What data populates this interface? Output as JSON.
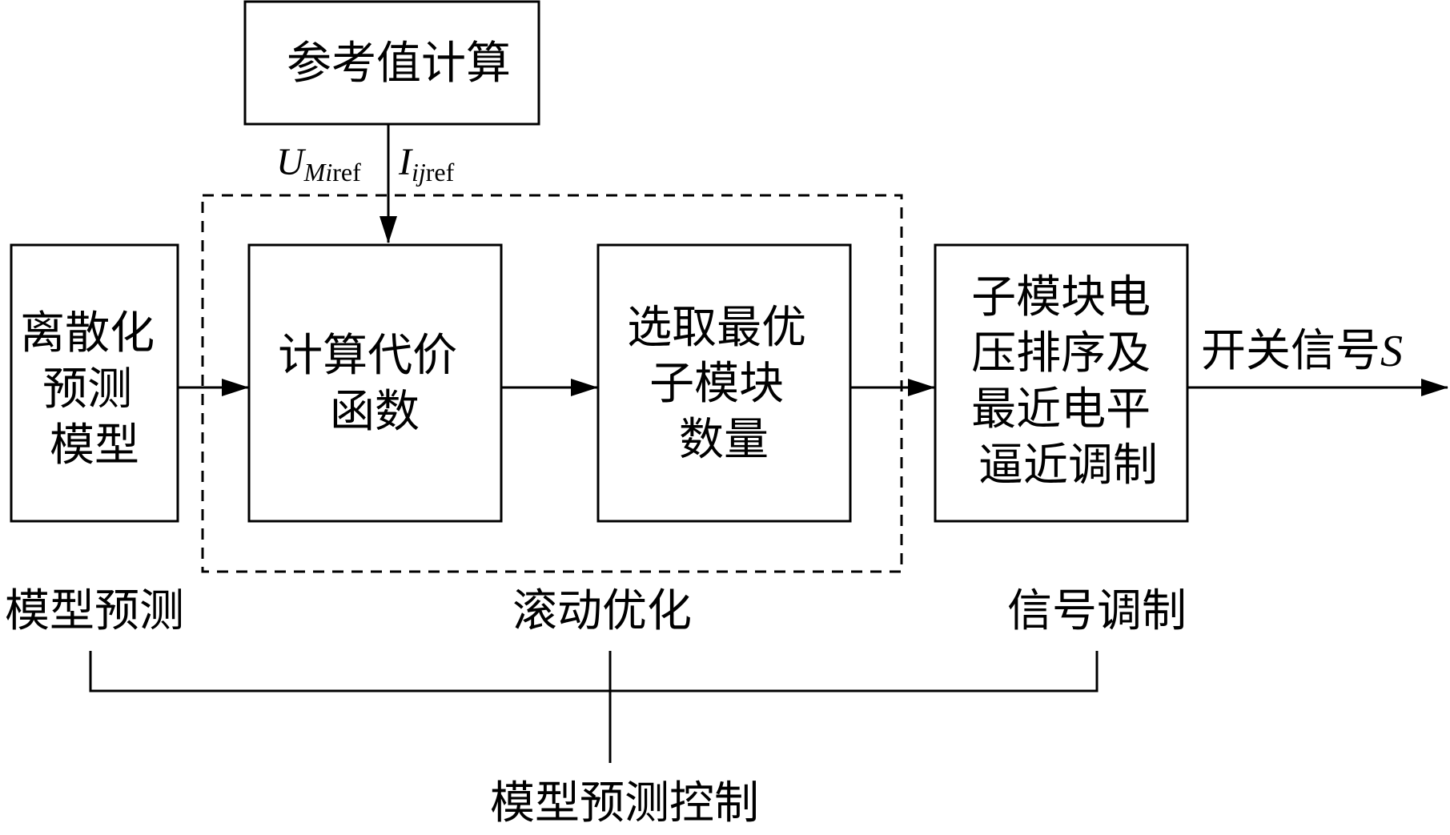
{
  "blocks": {
    "reference": {
      "label": "参考值计算"
    },
    "discrete": {
      "lines": [
        "离散化",
        "预测",
        "模型"
      ]
    },
    "cost": {
      "lines": [
        "计算代价",
        "函数"
      ]
    },
    "select": {
      "lines": [
        "选取最优",
        "子模块",
        "数量"
      ]
    },
    "sort": {
      "lines": [
        "子模块电",
        "压排序及",
        "最近电平",
        "逼近调制"
      ]
    }
  },
  "signals": {
    "u_ref": {
      "main": "U",
      "sub_italic": "Mi",
      "sub_plain": "ref"
    },
    "i_ref": {
      "main": "I",
      "sub_italic": "ij",
      "sub_plain": "ref"
    },
    "switch": {
      "text": "开关信号",
      "symbol": "S"
    }
  },
  "stages": {
    "model_prediction": "模型预测",
    "rolling_optimization": "滚动优化",
    "signal_modulation": "信号调制"
  },
  "overall": "模型预测控制"
}
